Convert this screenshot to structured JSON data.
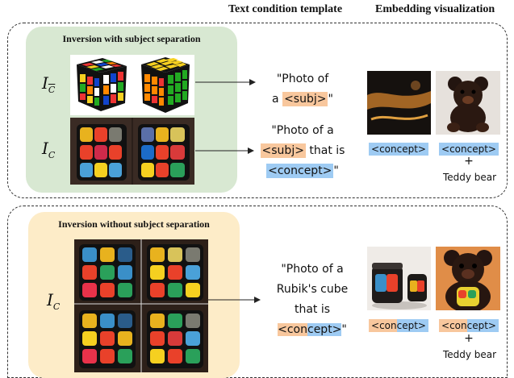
{
  "headers": {
    "template": "Text condition template",
    "embedding": "Embedding visualization"
  },
  "top": {
    "panel_title": "Inversion with subject separation",
    "label_cbar": "I",
    "label_cbar_sub": "C",
    "label_c": "I",
    "label_c_sub": "C",
    "template1": {
      "open": "\"Photo of",
      "line2_pre": "a ",
      "subj": "<subj>",
      "close": "\""
    },
    "template2": {
      "line1": "\"Photo of a",
      "subj": "<subj>",
      "mid": " that is",
      "concept": "<concept>",
      "close": "\""
    },
    "emb_label1": "<concept>",
    "emb_label2": "<concept>",
    "plus": "+",
    "teddy": "Teddy bear"
  },
  "bottom": {
    "panel_title": "Inversion without subject separation",
    "label_c": "I",
    "label_c_sub": "C",
    "template": {
      "line1": "\"Photo of a",
      "line2": "Rubik's cube",
      "line3": "that is",
      "tok_a": "<con",
      "tok_b": "cept>",
      "close": "\""
    },
    "emb_label1_a": "<con",
    "emb_label1_b": "cept>",
    "emb_label2_a": "<con",
    "emb_label2_b": "cept>",
    "plus": "+",
    "teddy": "Teddy bear"
  },
  "colors": {
    "green_panel": "#d8e8d2",
    "yellow_panel": "#fdecc8",
    "subj_token": "#f8c79d",
    "concept_token": "#9ecbf3"
  }
}
